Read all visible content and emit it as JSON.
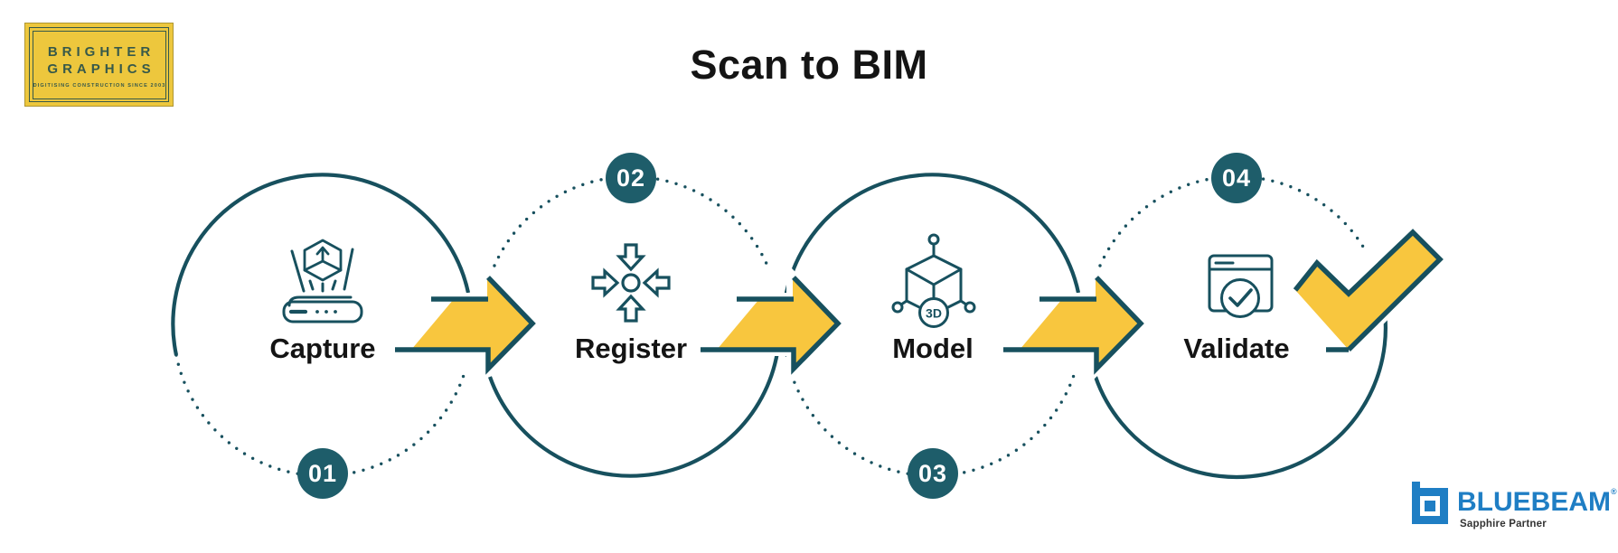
{
  "title": "Scan to BIM",
  "logo": {
    "line1": "BRIGHTER",
    "line2": "GRAPHICS",
    "tagline": "DIGITISING CONSTRUCTION SINCE 2003"
  },
  "steps": [
    {
      "number": "01",
      "label": "Capture"
    },
    {
      "number": "02",
      "label": "Register"
    },
    {
      "number": "03",
      "label": "Model"
    },
    {
      "number": "04",
      "label": "Validate"
    }
  ],
  "icons": {
    "capture": "laser-scanner-hologram-icon",
    "register": "align-arrows-icon",
    "model": "3d-cube-nodes-icon",
    "validate": "window-check-icon",
    "model_badge": "3D"
  },
  "partner": {
    "name": "BLUEBEAM",
    "mark": "®",
    "subtitle": "Sapphire Partner"
  },
  "colors": {
    "teal": "#17505E",
    "badge_teal": "#1E5D6A",
    "yellow": "#F8C63E",
    "logo_yellow": "#EDC73D",
    "logo_text": "#37594A",
    "bluebeam_blue": "#1F7EC4",
    "text": "#141414"
  }
}
